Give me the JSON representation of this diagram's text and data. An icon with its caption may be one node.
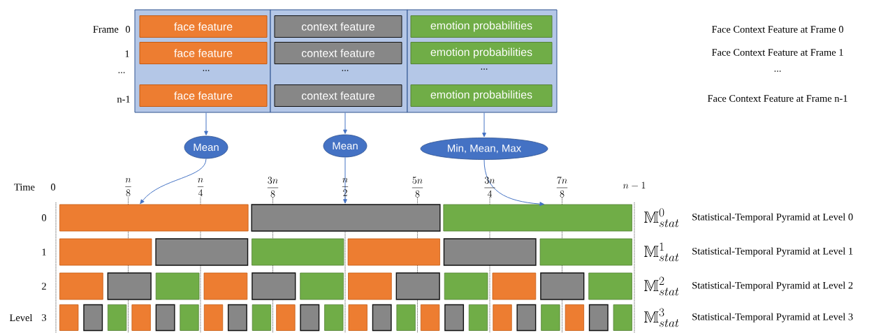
{
  "diagram": {
    "nodes": [
      {
        "text": [],
        "shape": "box"
      },
      {
        "text": [
          "face feature"
        ],
        "in": 0
      },
      {
        "text": [
          "face feature"
        ],
        "in": 0
      },
      {
        "text": [
          "face feature"
        ],
        "in": 0
      },
      {
        "text": [],
        "shape": "box"
      },
      {
        "text": [
          "context feature"
        ],
        "in": 4
      },
      {
        "text": [
          "context feature"
        ],
        "in": 4
      },
      {
        "text": [
          "context feature"
        ],
        "in": 4
      },
      {
        "text": [],
        "shape": "box"
      },
      {
        "text": [
          "emotion probabilities"
        ],
        "in": 8
      },
      {
        "text": [
          "emotion probabilities"
        ],
        "in": 8
      },
      {
        "text": [
          "emotion probabilities"
        ],
        "in": 8
      },
      {
        "text": [
          "Mean"
        ]
      },
      {
        "text": [
          "Mean"
        ]
      },
      {
        "text": [
          "Min, Mean, Max"
        ]
      },
      {
        "text": [],
        "shape": "bar"
      },
      {
        "text": [],
        "shape": "bar"
      },
      {
        "text": [],
        "shape": "bar"
      },
      {
        "text": [],
        "shape": "bar"
      },
      {
        "text": [],
        "shape": "bar"
      },
      {
        "text": [],
        "shape": "bar"
      },
      {
        "text": [],
        "shape": "bar"
      },
      {
        "text": [],
        "shape": "bar"
      },
      {
        "text": [],
        "shape": "bar"
      },
      {
        "text": [],
        "shape": "bar"
      },
      {
        "text": [],
        "shape": "bar"
      },
      {
        "text": [],
        "shape": "bar"
      },
      {
        "text": [],
        "shape": "bar"
      },
      {
        "text": [],
        "shape": "bar"
      },
      {
        "text": [],
        "shape": "bar"
      },
      {
        "text": [],
        "shape": "bar"
      },
      {
        "text": [],
        "shape": "bar"
      },
      {
        "text": [],
        "shape": "bar"
      },
      {
        "text": [],
        "shape": "bar"
      },
      {
        "text": [],
        "shape": "bar"
      },
      {
        "text": [],
        "shape": "bar"
      },
      {
        "text": [],
        "shape": "bar"
      },
      {
        "text": [],
        "shape": "bar"
      },
      {
        "text": [],
        "shape": "bar"
      },
      {
        "text": [],
        "shape": "bar"
      },
      {
        "text": [],
        "shape": "bar"
      },
      {
        "text": [],
        "shape": "bar"
      },
      {
        "text": [],
        "shape": "bar"
      },
      {
        "text": [],
        "shape": "bar"
      },
      {
        "text": [],
        "shape": "bar"
      },
      {
        "text": [],
        "shape": "bar"
      },
      {
        "text": [],
        "shape": "bar"
      },
      {
        "text": [],
        "shape": "bar"
      },
      {
        "text": [],
        "shape": "bar"
      },
      {
        "text": [],
        "shape": "bar"
      },
      {
        "text": [],
        "shape": "bar"
      },
      {
        "text": [],
        "shape": "bar"
      },
      {
        "text": [],
        "shape": "bar"
      },
      {
        "text": [],
        "shape": "bar"
      },
      {
        "text": [],
        "shape": "bar"
      },
      {
        "text": [],
        "shape": "bar"
      },
      {
        "text": [],
        "shape": "bar"
      },
      {
        "text": [],
        "shape": "bar"
      },
      {
        "text": [],
        "shape": "bar"
      },
      {
        "text": [],
        "shape": "bar"
      }
    ],
    "edges": [
      {
        "from": 0,
        "to": 12,
        "arrow": "to"
      },
      {
        "from": 4,
        "to": 13,
        "arrow": "to"
      },
      {
        "from": 8,
        "to": 14,
        "arrow": "to"
      },
      {
        "from": 12,
        "to": 15,
        "arrow": "to"
      },
      {
        "from": 13,
        "to": 16,
        "arrow": "to"
      },
      {
        "from": 14,
        "to": 17,
        "arrow": "to"
      }
    ],
    "labels": [
      "Frame",
      "0",
      "Face Context Feature at Frame 0",
      "1",
      "Face Context Feature at Frame 1",
      "...",
      "...",
      "...",
      "...",
      "...",
      "n-1",
      "Face Context Feature at Frame n-1",
      "Time",
      "0",
      "\\frac{n}{8}",
      "\\frac{n}{4}",
      "\\frac{3n}{8}",
      "\\frac{n}{2}",
      "\\frac{5n}{8}",
      "\\frac{3n}{4}",
      "\\frac{7n}{8}",
      "n-1",
      "0",
      "\\mathbb{M}^{0}_{stat}",
      "Statistical-Temporal Pyramid at Level 0",
      "1",
      "\\mathbb{M}^{1}_{stat}",
      "Statistical-Temporal Pyramid at Level 1",
      "2",
      "\\mathbb{M}^{2}_{stat}",
      "Statistical-Temporal Pyramid at Level 2",
      "Level",
      "3",
      "\\mathbb{M}^{3}_{stat}",
      "Statistical-Temporal Pyramid at Level 3"
    ]
  }
}
